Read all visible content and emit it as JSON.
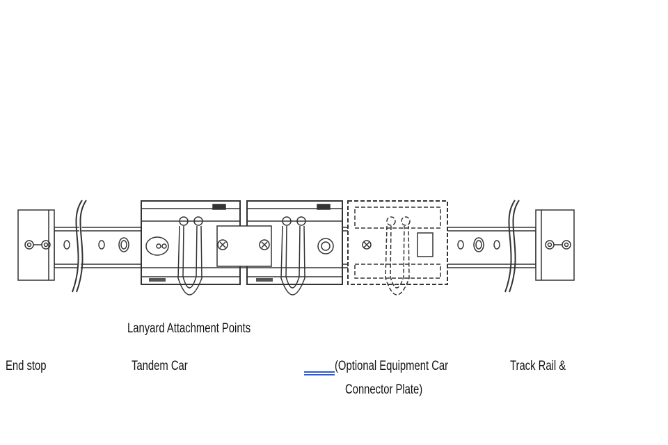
{
  "labels": {
    "lanyard": "Lanyard Attachment Points",
    "end_stop": "End stop",
    "tandem_car": "Tandem Car",
    "optional_car_line1": "(Optional Equipment Car",
    "optional_car_line2": "Connector Plate)",
    "track_rail": "Track Rail &"
  },
  "colors": {
    "line": "#333333",
    "link": "#2a5bd7"
  }
}
